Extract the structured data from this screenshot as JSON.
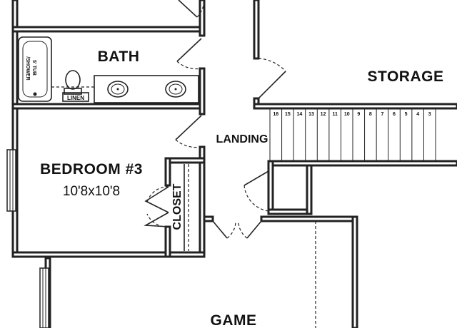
{
  "rooms": {
    "bath": "BATH",
    "storage": "STORAGE",
    "landing": "LANDING",
    "bedroom": "BEDROOM #3",
    "bedroom_size": "10'8x10'8",
    "closet": "CLOSET",
    "game": "GAME",
    "linen": "LINEN",
    "tub_line1": "5' TUB",
    "tub_line2": "/SHOWER"
  },
  "stairs": {
    "steps": [
      "16",
      "15",
      "14",
      "13",
      "12",
      "11",
      "10",
      "9",
      "8",
      "7",
      "6",
      "5",
      "4",
      "3"
    ]
  }
}
